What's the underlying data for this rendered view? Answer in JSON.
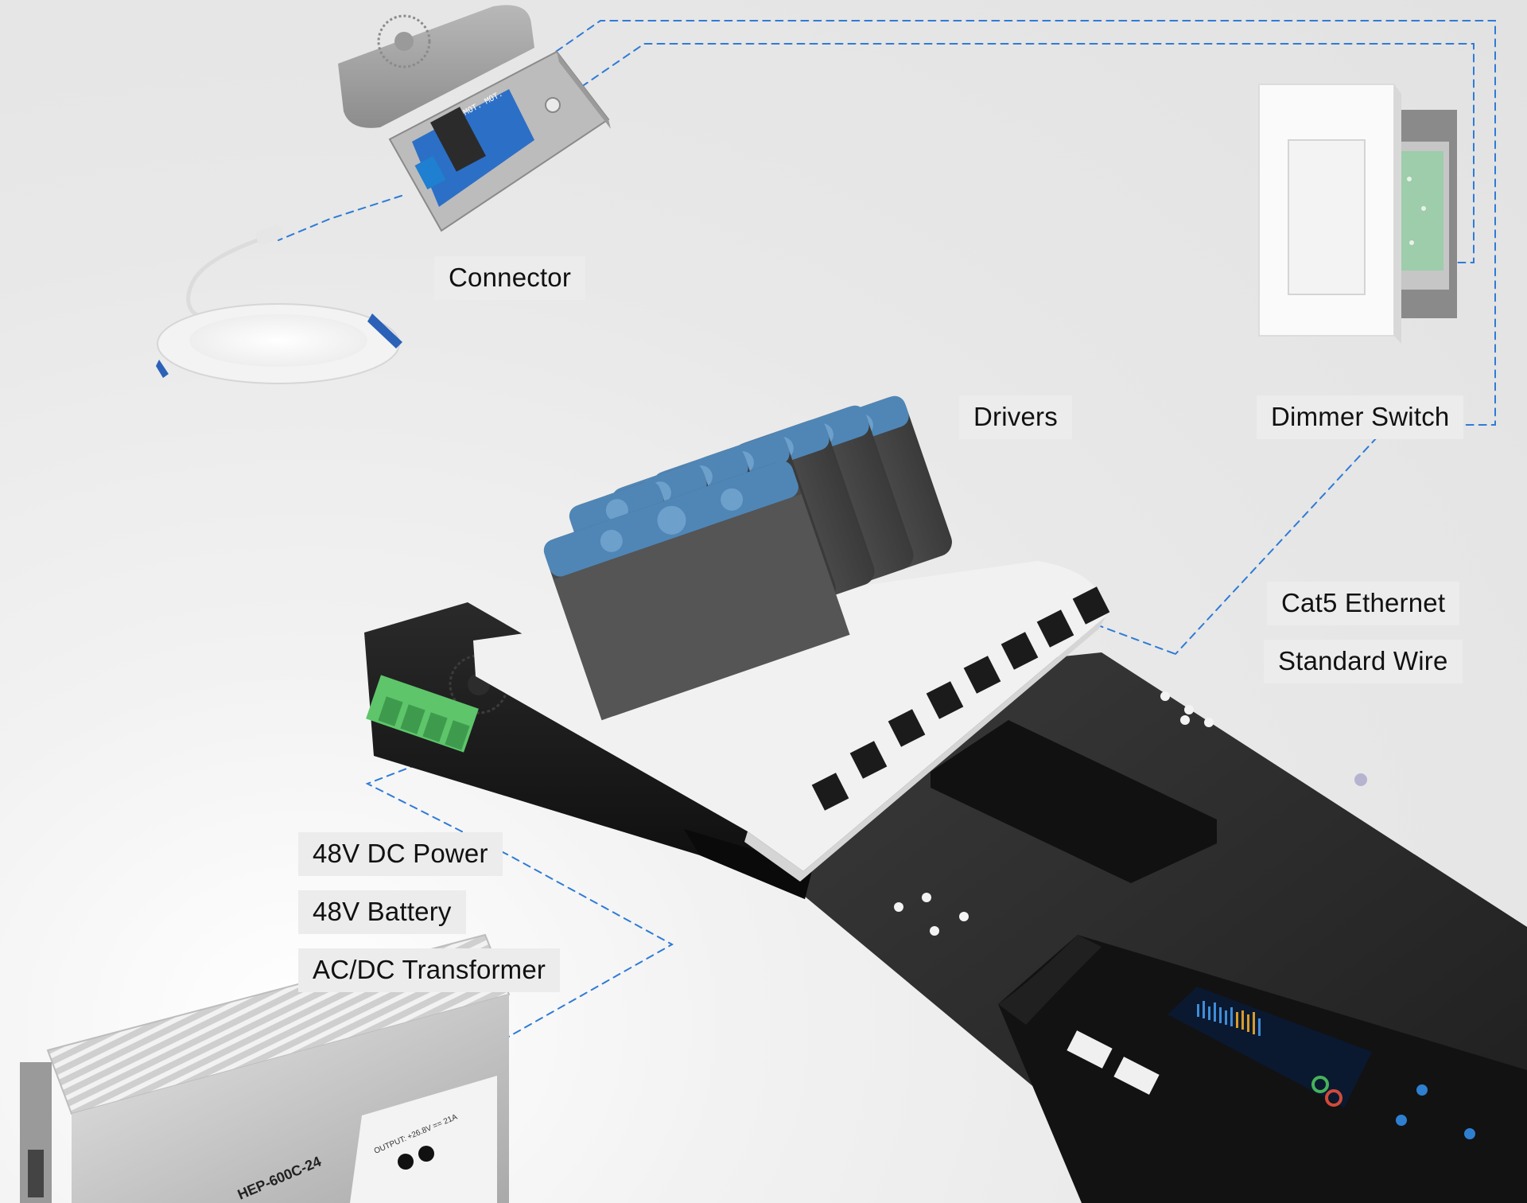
{
  "labels": {
    "connector": "Connector",
    "drivers": "Drivers",
    "dimmer_switch": "Dimmer Switch",
    "cat5_ethernet": "Cat5 Ethernet",
    "standard_wire": "Standard Wire",
    "dc_power": "48V DC Power",
    "battery": "48V Battery",
    "transformer": "AC/DC Transformer"
  },
  "connector_pcb_text": "MOT. MOT.",
  "transformer_text": {
    "model": "HEP-600C-24",
    "output": "OUTPUT: +26.8V == 21A"
  },
  "colors": {
    "link_line": "#2f7bd6",
    "driver_pattern": "#4f86b6",
    "terminal_green": "#5ec56a",
    "hub_black": "#151515",
    "pcb_blue": "#2c6fc6",
    "pcb_green": "#2f9a4e",
    "status_led": "#2e7fd0"
  }
}
